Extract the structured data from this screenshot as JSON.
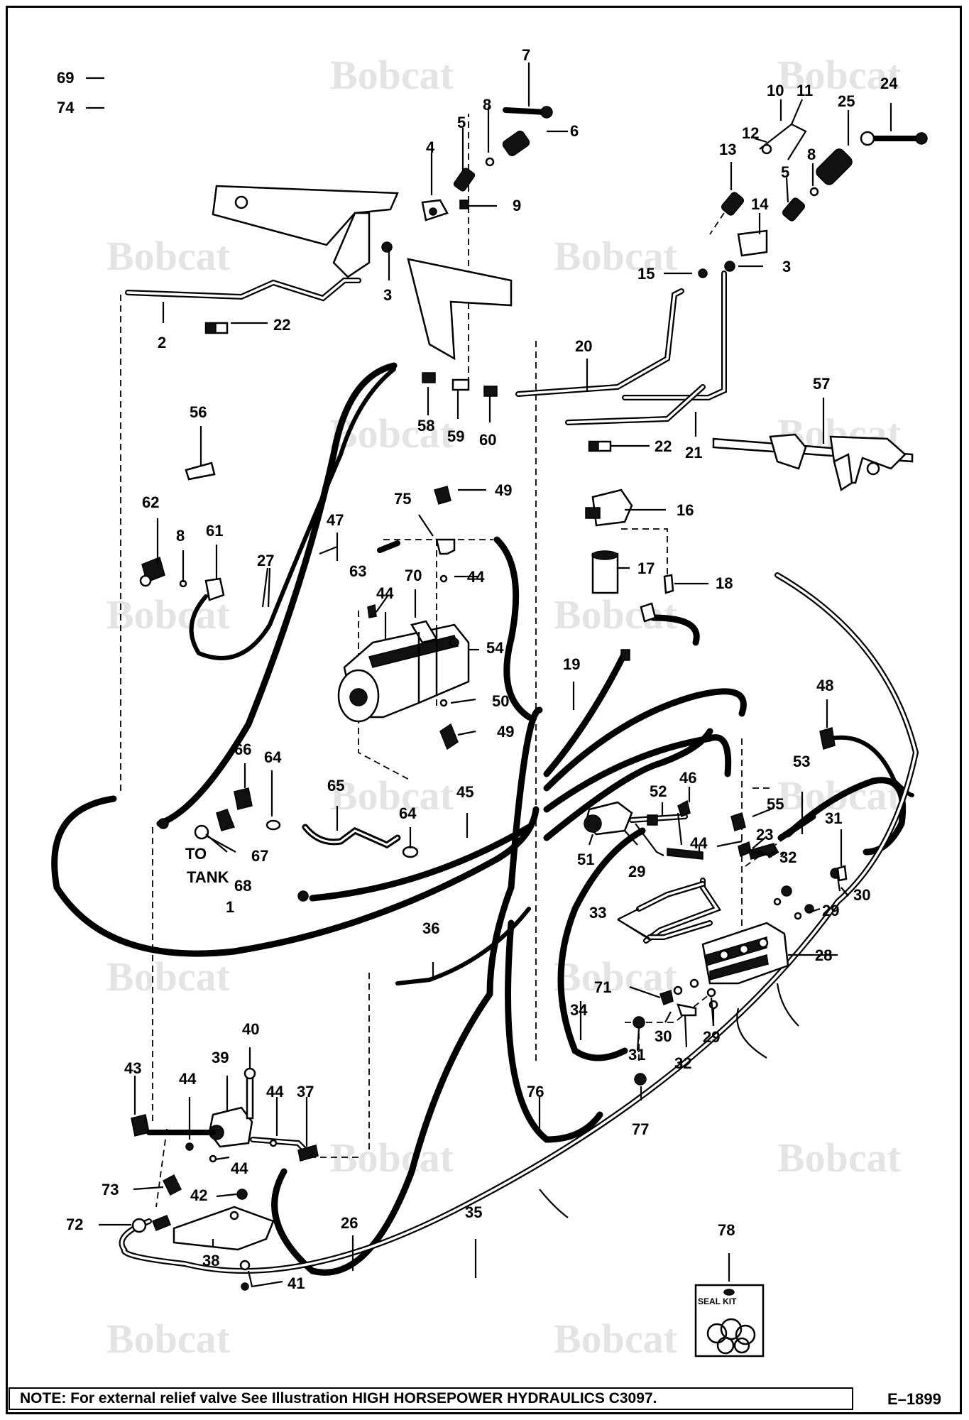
{
  "watermark": "Bobcat",
  "labels": {
    "l1": "1",
    "l2": "2",
    "l3a": "3",
    "l3b": "3",
    "l4": "4",
    "l5a": "5",
    "l5b": "5",
    "l6": "6",
    "l7": "7",
    "l8a": "8",
    "l8b": "8",
    "l8c": "8",
    "l9": "9",
    "l10": "10",
    "l11": "11",
    "l12": "12",
    "l13": "13",
    "l14": "14",
    "l15": "15",
    "l16": "16",
    "l17": "17",
    "l18": "18",
    "l19": "19",
    "l20": "20",
    "l21": "21",
    "l22a": "22",
    "l22b": "22",
    "l23": "23",
    "l24": "24",
    "l25": "25",
    "l26": "26",
    "l27": "27",
    "l28": "28",
    "l29a": "29",
    "l29b": "29",
    "l29c": "29",
    "l30a": "30",
    "l30b": "30",
    "l31a": "31",
    "l31b": "31",
    "l32a": "32",
    "l32b": "32",
    "l33": "33",
    "l34": "34",
    "l35": "35",
    "l36": "36",
    "l37": "37",
    "l38": "38",
    "l39": "39",
    "l40": "40",
    "l41": "41",
    "l42": "42",
    "l43": "43",
    "l44a": "44",
    "l44b": "44",
    "l44c": "44",
    "l44d": "44",
    "l44e": "44",
    "l44f": "44",
    "l45": "45",
    "l46": "46",
    "l47": "47",
    "l48": "48",
    "l49a": "49",
    "l49b": "49",
    "l50": "50",
    "l51": "51",
    "l52": "52",
    "l53": "53",
    "l54": "54",
    "l55": "55",
    "l56": "56",
    "l57": "57",
    "l58": "58",
    "l59": "59",
    "l60": "60",
    "l61": "61",
    "l62": "62",
    "l63": "63",
    "l64a": "64",
    "l64b": "64",
    "l65": "65",
    "l66": "66",
    "l67": "67",
    "l68": "68",
    "l69": "69",
    "l70": "70",
    "l71": "71",
    "l72": "72",
    "l73": "73",
    "l74": "74",
    "l75": "75",
    "l76": "76",
    "l77": "77",
    "l78": "78",
    "to": "TO",
    "tank": "TANK"
  },
  "seal_kit": "SEAL KIT",
  "note": "NOTE: For external relief valve See Illustration HIGH HORSEPOWER HYDRAULICS C3097.",
  "figure_code": "E–1899"
}
